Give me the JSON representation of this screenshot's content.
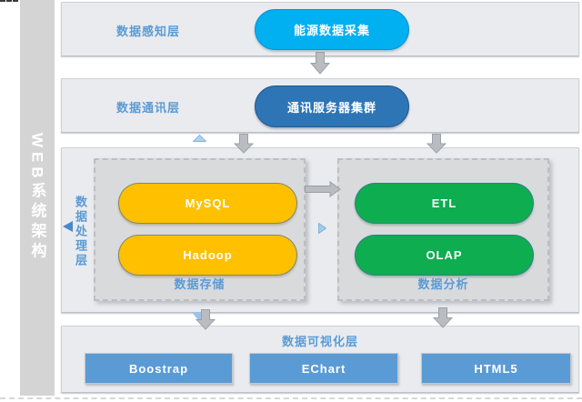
{
  "diagram": {
    "title": "WEB系统架构"
  },
  "sidebar": {
    "title": "WEB系统架构"
  },
  "layers": {
    "perception": {
      "label": "数据感知层",
      "node": "能源数据采集"
    },
    "communication": {
      "label": "数据通讯层",
      "node": "通讯服务器集群"
    },
    "processing": {
      "label": "数据处理层",
      "storage": {
        "label": "数据存储",
        "nodes": [
          "MySQL",
          "Hadoop"
        ]
      },
      "analysis": {
        "label": "数据分析",
        "nodes": [
          "ETL",
          "OLAP"
        ]
      }
    },
    "visualization": {
      "label": "数据可视化层",
      "nodes": [
        "Boostrap",
        "EChart",
        "HTML5"
      ]
    }
  },
  "icons": {
    "down_arrow": "block-down-arrow",
    "right_arrow": "block-right-arrow",
    "up_triangle": "small-up-triangle",
    "right_triangle": "small-right-triangle",
    "left_triangle": "small-left-triangle",
    "down_triangle": "small-down-triangle"
  },
  "colors": {
    "perception_node": "#00B0F0",
    "communication_node": "#2E75B6",
    "storage_node": "#FFC000",
    "analysis_node": "#0EAD4F",
    "visualization_node": "#5B9BD5",
    "layer_label": "#5B9BD5",
    "arrow": "#B9BCC0",
    "sidebar_bg": "#D4D4D4",
    "panel_bg": "#E9EBEE",
    "group_box_bg": "#D9DADC"
  }
}
